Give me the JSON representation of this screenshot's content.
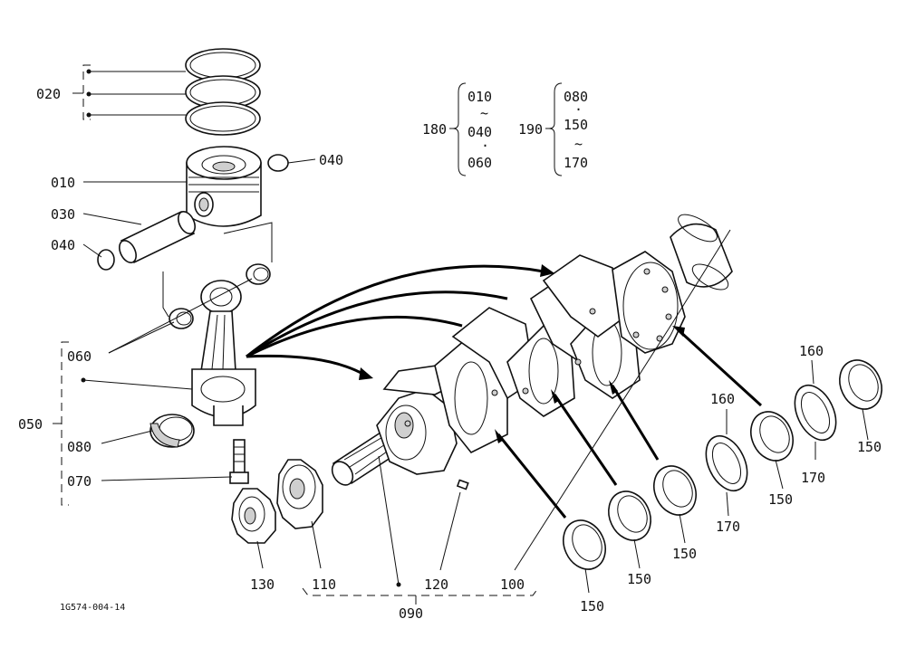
{
  "diagram": {
    "drawing_code": "1G574-004-14",
    "groups": {
      "g020": "020",
      "g050": "050",
      "g090": "090",
      "g180": "180",
      "g190": "190"
    },
    "brace_180": [
      "010",
      "~",
      "040",
      "·",
      "060"
    ],
    "brace_190": [
      "080",
      "·",
      "150",
      "~",
      "170"
    ],
    "callouts": {
      "c010": "010",
      "c030": "030",
      "c040a": "040",
      "c040b": "040",
      "c060": "060",
      "c070": "070",
      "c080": "080",
      "c100": "100",
      "c110": "110",
      "c120": "120",
      "c130": "130",
      "c150a": "150",
      "c150b": "150",
      "c150c": "150",
      "c150d": "150",
      "c150e": "150",
      "c160a": "160",
      "c160b": "160",
      "c170a": "170",
      "c170b": "170"
    }
  }
}
